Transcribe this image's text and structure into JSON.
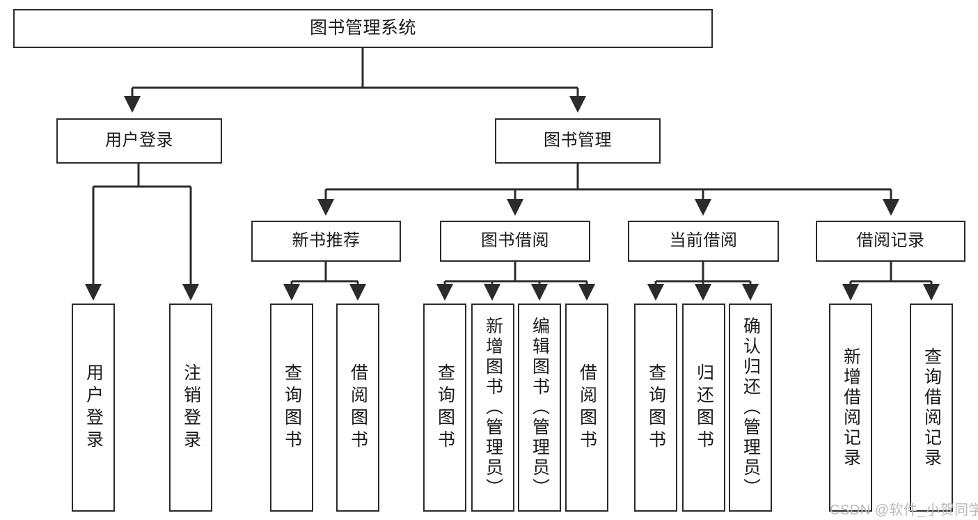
{
  "diagram": {
    "title": "图书管理系统",
    "type": "tree-hierarchy",
    "watermark": "CSDN @软件_小贺同学",
    "colors": {
      "stroke": "#2b2b2b",
      "fill": "#ffffff",
      "text": "#1a1a1a",
      "watermark": "#b9b9b9"
    },
    "nodes": {
      "root": {
        "label": "图书管理系统"
      },
      "level2": [
        {
          "id": "user-login",
          "label": "用户登录"
        },
        {
          "id": "book-manage",
          "label": "图书管理"
        }
      ],
      "level3": [
        {
          "id": "new-book-recommend",
          "label": "新书推荐"
        },
        {
          "id": "book-borrow",
          "label": "图书借阅"
        },
        {
          "id": "current-borrow",
          "label": "当前借阅"
        },
        {
          "id": "borrow-record",
          "label": "借阅记录"
        }
      ],
      "leaves": {
        "user-login": [
          {
            "id": "leaf-user-login",
            "label": "用户登录"
          },
          {
            "id": "leaf-logout-login",
            "label": "注销登录"
          }
        ],
        "new-book-recommend": [
          {
            "id": "leaf-query-book-1",
            "label": "查询图书"
          },
          {
            "id": "leaf-borrow-book-1",
            "label": "借阅图书"
          }
        ],
        "book-borrow": [
          {
            "id": "leaf-query-book-2",
            "label": "查询图书"
          },
          {
            "id": "leaf-add-book-admin",
            "label": "新增图书（管理员）"
          },
          {
            "id": "leaf-edit-book-admin",
            "label": "编辑图书（管理员）"
          },
          {
            "id": "leaf-borrow-book-2",
            "label": "借阅图书"
          }
        ],
        "current-borrow": [
          {
            "id": "leaf-query-book-3",
            "label": "查询图书"
          },
          {
            "id": "leaf-return-book",
            "label": "归还图书"
          },
          {
            "id": "leaf-confirm-return-admin",
            "label": "确认归还（管理员）"
          }
        ],
        "borrow-record": [
          {
            "id": "leaf-add-borrow-record",
            "label": "新增借阅记录"
          },
          {
            "id": "leaf-query-borrow-record",
            "label": "查询借阅记录"
          }
        ]
      }
    }
  }
}
